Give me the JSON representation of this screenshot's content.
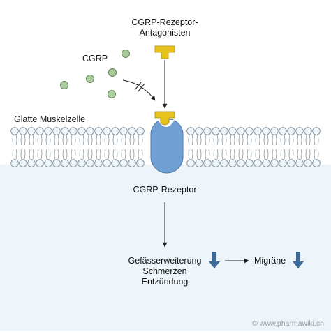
{
  "labels": {
    "antagonist_line1": "CGRP-Rezeptor-",
    "antagonist_line2": "Antagonisten",
    "cgrp": "CGRP",
    "cell": "Glatte Muskelzelle",
    "receptor": "CGRP-Rezeptor",
    "effect1": "Gefässerweiterung",
    "effect2": "Schmerzen",
    "effect3": "Entzündung",
    "outcome": "Migräne"
  },
  "copyright": "© www.pharmawiki.ch",
  "colors": {
    "cytoplasm": "#eef5fa",
    "membrane_head_fill": "#eef6fb",
    "membrane_head_stroke": "#7f8c96",
    "receptor_fill": "#6f9fd3",
    "receptor_stroke": "#4f78a6",
    "antagonist": "#e7c21a",
    "antagonist_stroke": "#a88a0f",
    "cgrp_dot": "#a9cc9a",
    "cgrp_dot_stroke": "#5e7f52",
    "down_arrow": "#3e6a99"
  },
  "icons": {
    "decrease": "down-arrow-icon",
    "blocked": "double-slash-block-icon"
  }
}
